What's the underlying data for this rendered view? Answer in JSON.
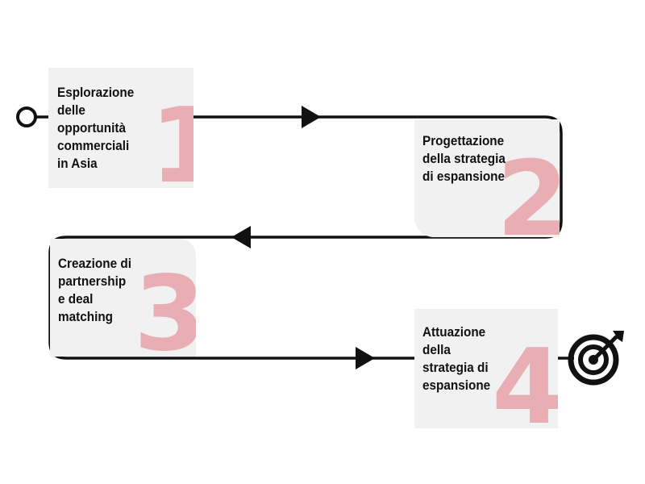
{
  "steps": [
    {
      "number": "1",
      "label": "Esplorazione\ndelle\nopportunità\ncommerciali\nin Asia"
    },
    {
      "number": "2",
      "label": "Progettazione\ndella strategia\ndi espansione"
    },
    {
      "number": "3",
      "label": "Creazione di\npartnership\ne deal\nmatching"
    },
    {
      "number": "4",
      "label": "Attuazione\ndella\nstrategia di\nespansione"
    }
  ],
  "icons": {
    "start": "start-circle-icon",
    "end": "target-icon",
    "arrows": "arrowhead-icon"
  },
  "colors": {
    "card_background": "#f1f1f1",
    "number": "#e8aeb3",
    "line": "#111111",
    "text": "#111111"
  }
}
